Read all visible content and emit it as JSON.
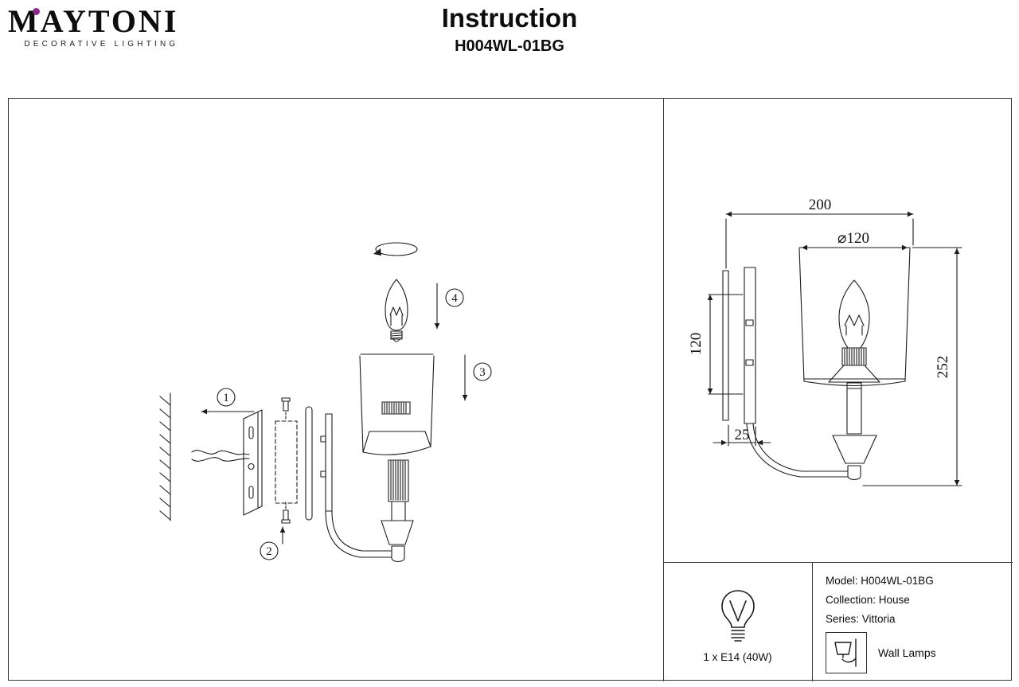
{
  "header": {
    "brand": "MAYTONI",
    "brand_tagline": "DECORATIVE LIGHTING",
    "title": "Instruction",
    "model_code": "H004WL-01BG",
    "brand_dot_color": "#8E2A8C"
  },
  "assembly_steps": {
    "step1": "1",
    "step2": "2",
    "step3": "3",
    "step4": "4"
  },
  "dimensions": {
    "width_mm": "200",
    "shade_diameter": "⌀120",
    "backplate_height": "120",
    "wall_offset": "25",
    "total_height": "252"
  },
  "specs": {
    "lamp_info": "1 x E14 (40W)",
    "model": "Model: H004WL-01BG",
    "collection": "Collection: House",
    "series": "Series: Vittoria",
    "category": "Wall Lamps"
  }
}
